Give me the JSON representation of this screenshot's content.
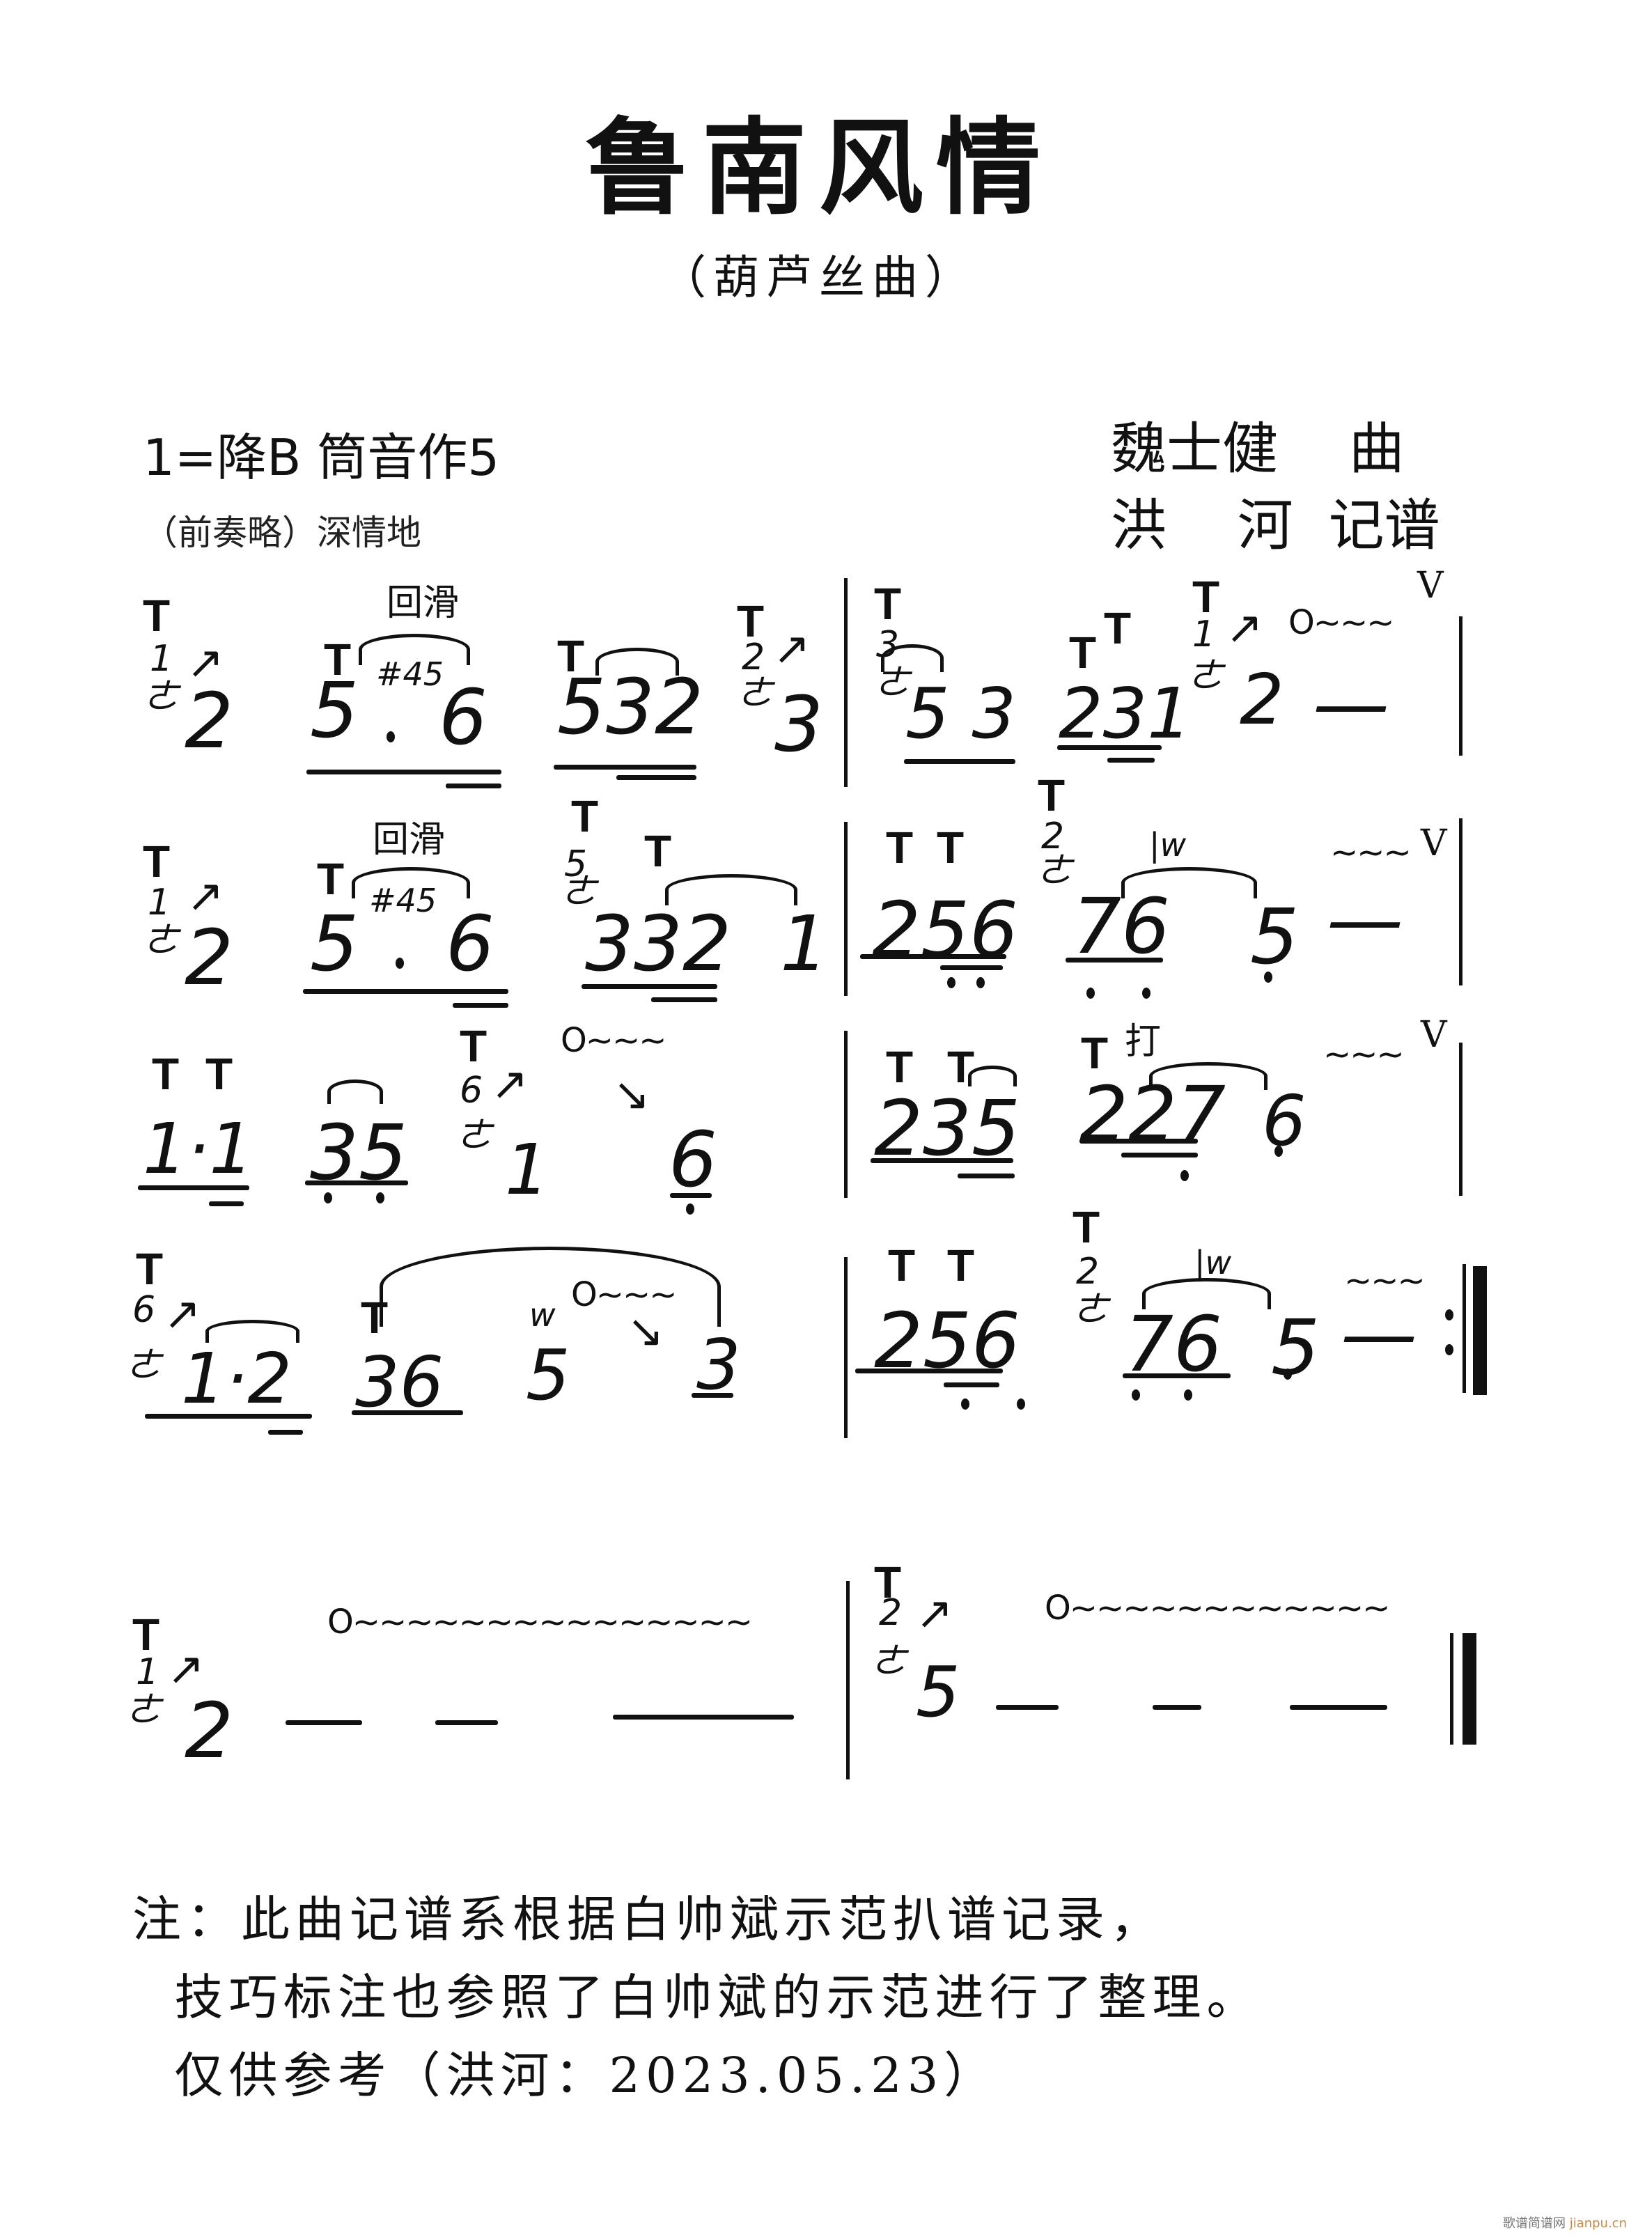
{
  "header": {
    "title": "鲁南风情",
    "subtitle": "（葫芦丝曲）",
    "key_signature": "1=降B  筒音作5",
    "key_low_dot_note": "5",
    "tempo_marking": "（前奏略）深情地",
    "composer_line": "魏士健    曲",
    "transcriber_line": "洪    河  记谱"
  },
  "score": {
    "notation_type": "jianpu",
    "technique_marks": {
      "T": "T (tonguing)",
      "hui_hua": "回滑",
      "da": "打",
      "breath": "V",
      "vibrato": "O~~~",
      "grace_symbol": "ㄜ"
    },
    "lines": [
      {
        "index": 1,
        "measures": [
          {
            "elements": [
              {
                "type": "grace_note",
                "grace": "1",
                "note": "2",
                "tongue": "T"
              },
              {
                "type": "group",
                "notes": "5 #45 6",
                "annotation": "回滑",
                "tongue": "T",
                "dotted": true
              },
              {
                "type": "group",
                "notes": "532",
                "tongue": "T"
              },
              {
                "type": "grace_note",
                "grace": "2",
                "note": "3",
                "tongue": "T"
              }
            ]
          },
          {
            "elements": [
              {
                "type": "grace_note",
                "grace": "3",
                "note": "5 3",
                "tongue": "T"
              },
              {
                "type": "group",
                "notes": "231",
                "tongue": "T T"
              },
              {
                "type": "grace_note",
                "grace": "1",
                "note": "2",
                "tongue": "T",
                "vibrato": "O~~~"
              },
              {
                "type": "hold",
                "text": "—"
              },
              {
                "type": "breath",
                "text": "V"
              }
            ]
          }
        ]
      },
      {
        "index": 2,
        "measures": [
          {
            "elements": [
              {
                "type": "grace_note",
                "grace": "1",
                "note": "2",
                "tongue": "T"
              },
              {
                "type": "group",
                "notes": "5 #45 6",
                "annotation": "回滑",
                "tongue": "T",
                "dotted": true
              },
              {
                "type": "group",
                "notes": "332",
                "grace": "5",
                "tongue": "T T"
              },
              {
                "type": "note",
                "note": "1"
              }
            ]
          },
          {
            "elements": [
              {
                "type": "group",
                "notes": "256",
                "tongue": "T T",
                "low_dots": "56"
              },
              {
                "type": "group",
                "notes": "76",
                "grace": "2",
                "tongue": "T",
                "low_dots": "76",
                "trill": "w"
              },
              {
                "type": "note",
                "note": "5",
                "low_dot": true
              },
              {
                "type": "hold",
                "text": "—",
                "vibrato": "~~~"
              },
              {
                "type": "breath",
                "text": "V"
              }
            ]
          }
        ]
      },
      {
        "index": 3,
        "measures": [
          {
            "elements": [
              {
                "type": "group",
                "notes": "1·1",
                "tongue": "T T"
              },
              {
                "type": "group",
                "notes": "35",
                "low_dots": "35"
              },
              {
                "type": "grace_note",
                "grace": "6",
                "note": "1",
                "tongue": "T",
                "vibrato": "O~~~"
              },
              {
                "type": "note",
                "note": "6",
                "low_dot": true
              }
            ]
          },
          {
            "elements": [
              {
                "type": "group",
                "notes": "235",
                "tongue": "T T"
              },
              {
                "type": "group",
                "notes": "227",
                "tongue": "T",
                "annotation": "打",
                "low_dot": "7"
              },
              {
                "type": "note",
                "note": "6",
                "low_dot": true
              },
              {
                "type": "vibrato",
                "text": "~~~"
              },
              {
                "type": "breath",
                "text": "V"
              }
            ]
          }
        ]
      },
      {
        "index": 4,
        "measures": [
          {
            "elements": [
              {
                "type": "grace_note",
                "grace": "6",
                "note": "1·2",
                "tongue": "T"
              },
              {
                "type": "group",
                "notes": "36",
                "tongue": "T"
              },
              {
                "type": "note",
                "note": "5",
                "trill": "w",
                "vibrato": "O~~~"
              },
              {
                "type": "note",
                "note": "3"
              }
            ]
          },
          {
            "elements": [
              {
                "type": "group",
                "notes": "256",
                "tongue": "T T",
                "low_dots": "56"
              },
              {
                "type": "group",
                "notes": "76",
                "grace": "2",
                "tongue": "T",
                "low_dots": "76",
                "trill": "w"
              },
              {
                "type": "note",
                "note": "5",
                "low_dot": true
              },
              {
                "type": "hold",
                "text": "—",
                "vibrato": "~~~"
              },
              {
                "type": "repeat_end",
                "text": ":‖"
              }
            ]
          }
        ]
      },
      {
        "index": 5,
        "measures": [
          {
            "elements": [
              {
                "type": "grace_note",
                "grace": "1",
                "note": "2",
                "tongue": "T",
                "vibrato": "O~~~~~~~~~~~~~~~"
              },
              {
                "type": "hold",
                "text": "— — —"
              }
            ]
          },
          {
            "elements": [
              {
                "type": "grace_note",
                "grace": "2",
                "note": "5",
                "tongue": "T",
                "vibrato": "O~~~~~~~~~~~~"
              },
              {
                "type": "hold",
                "text": "— — —"
              },
              {
                "type": "final_bar",
                "text": "‖"
              }
            ]
          }
        ]
      }
    ]
  },
  "glyphs": {
    "T": "T",
    "grace_sym": "ㄜ",
    "up_arrow": "↗",
    "down_arrow": "↘",
    "hold": "—",
    "breath": "V",
    "vib_short": "O~~~",
    "vib_wave": "~~~",
    "vib_long_a": "O~~~~~~~~~~~~~~~",
    "vib_long_b": "O~~~~~~~~~~~~",
    "trill": "w",
    "dot": "·",
    "sharp45": "#45",
    "hui_hua": "回滑",
    "da": "打"
  },
  "notes_footer": {
    "line1": "注：此曲记谱系根据白帅斌示范扒谱记录，",
    "line2": "  技巧标注也参照了白帅斌的示范进行了整理。",
    "line3": "  仅供参考（洪河：2023.05.23）"
  },
  "watermark": {
    "site_name": "歌谱简谱网",
    "site_url": "jianpu.cn"
  }
}
